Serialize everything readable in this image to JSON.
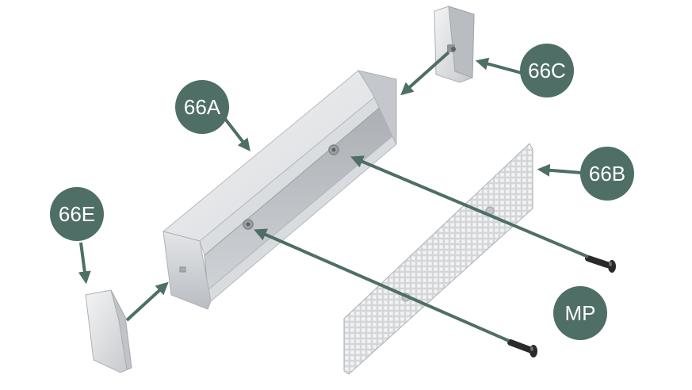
{
  "labels": {
    "part_66a": "66A",
    "part_66b": "66B",
    "part_66c": "66C",
    "part_66e": "66E",
    "part_mp": "MP"
  },
  "colors": {
    "badge": "#4e6e66",
    "arrow": "#4e6e66",
    "part_light": "#e8eaec",
    "part_mid": "#c9ccd0",
    "part_dark": "#9fa3a8",
    "screw": "#2a2a2a"
  }
}
